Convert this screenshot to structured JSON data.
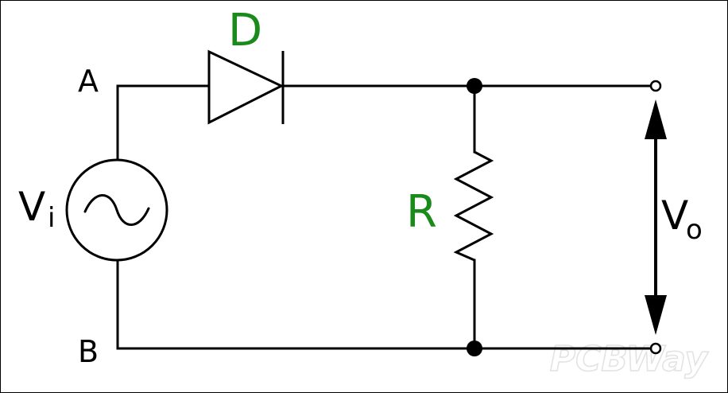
{
  "diagram": {
    "labels": {
      "node_a": "A",
      "node_b": "B",
      "diode": "D",
      "resistor": "R",
      "source_main": "V",
      "source_sub": "i",
      "output_main": "V",
      "output_sub": "o"
    },
    "watermark": "PCBWay",
    "colors": {
      "wire": "#000000",
      "component_label": "#1a8a1a",
      "text": "#000000",
      "watermark": "#e6e6e6"
    }
  }
}
